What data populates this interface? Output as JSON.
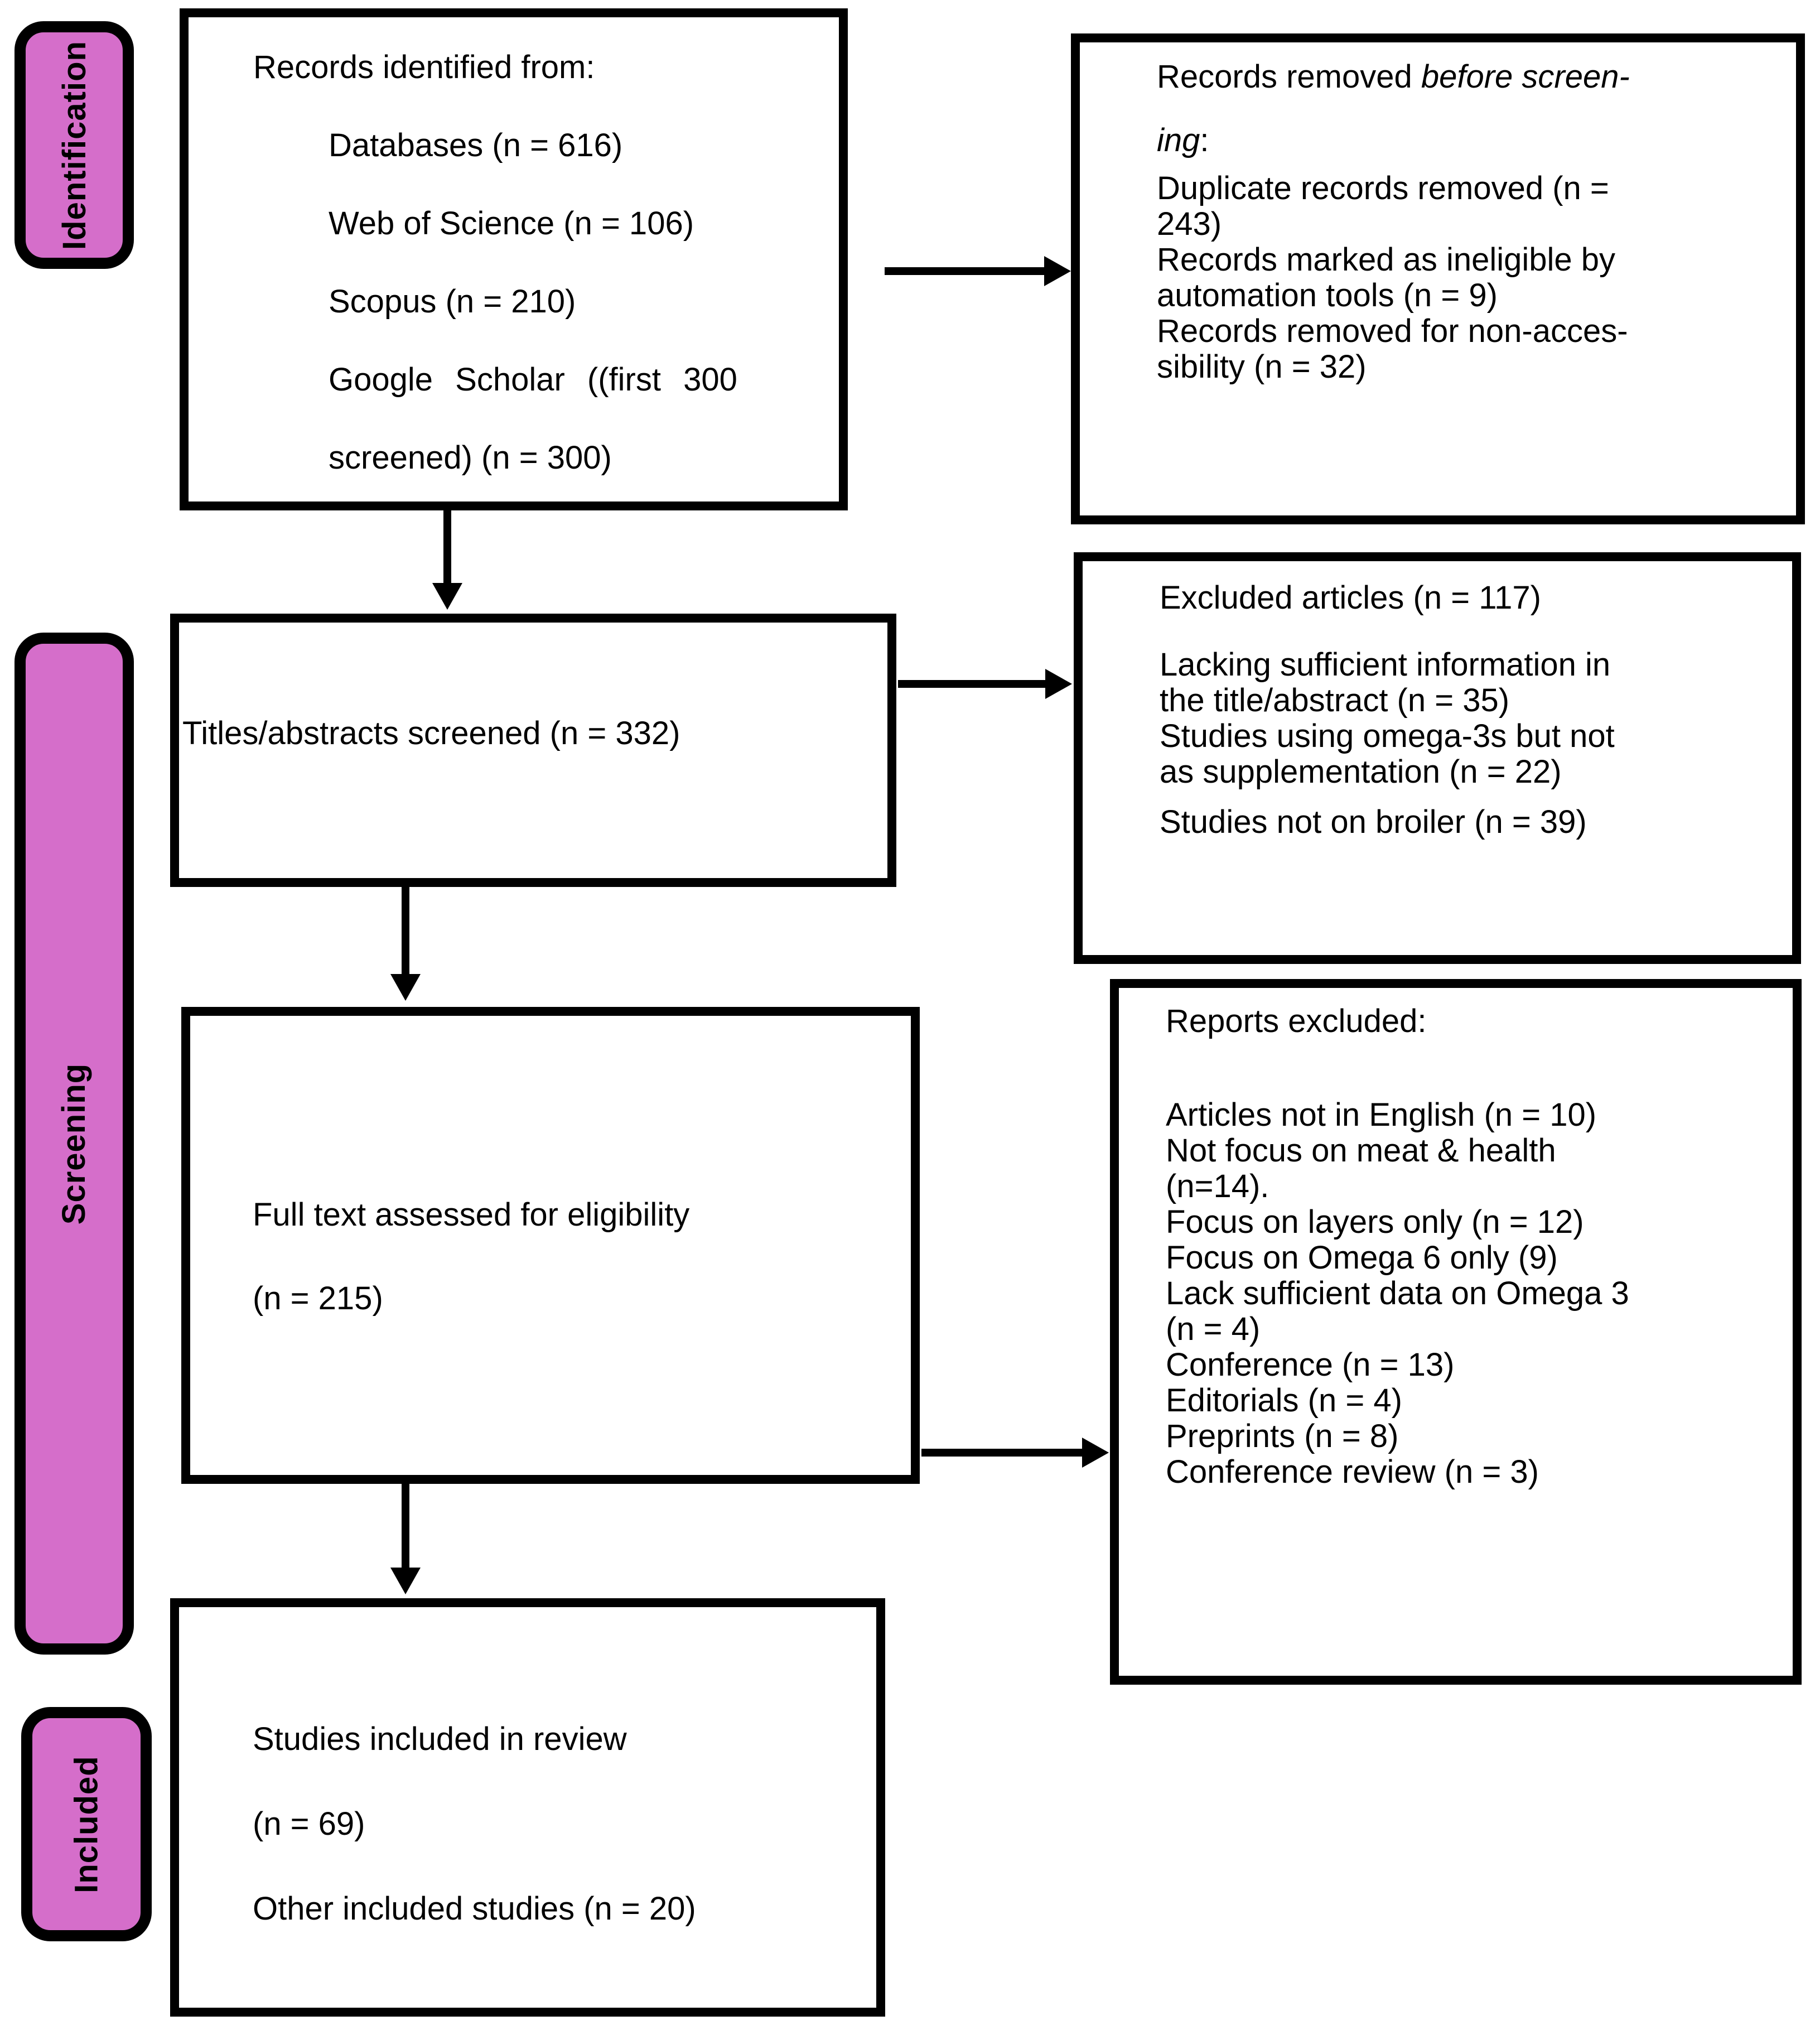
{
  "colors": {
    "stage_fill": "#D56ECA",
    "line_color": "#000000"
  },
  "tabs": {
    "identification": "Identification",
    "screening": "Screening",
    "included": "Included"
  },
  "box_identified": {
    "line1": "Records identified from:",
    "line2": "Databases (n = 616)",
    "line3": "Web of Science (n = 106)",
    "line4": "Scopus (n = 210)",
    "line5": "Google Scholar ((first 300",
    "line6": "screened) (n = 300)"
  },
  "box_removed": {
    "head_normal": "Records removed ",
    "head_italic1": "before screen-",
    "head_italic2": "ing",
    "head_colon": ":",
    "line1": "Duplicate records removed (n =",
    "line2": "243)",
    "line3": "Records marked as ineligible by",
    "line4": "automation tools (n = 9)",
    "line5": "Records removed for non-acces-",
    "line6": "sibility (n = 32)"
  },
  "box_screened": {
    "line1": "Titles/abstracts screened (n = 332)"
  },
  "box_excluded": {
    "line1": "Excluded articles (n = 117)",
    "line2": "Lacking sufficient information in",
    "line3": "the title/abstract (n = 35)",
    "line4": "Studies using omega-3s but not",
    "line5": "as supplementation (n = 22)",
    "line6": "Studies not on broiler (n = 39)"
  },
  "box_fulltext": {
    "line1": "Full text assessed for eligibility",
    "line2": "(n = 215)"
  },
  "box_reports": {
    "line1": "Reports excluded:",
    "line2": "Articles not in English (n = 10)",
    "line3": "Not focus on meat & health",
    "line4": "(n=14).",
    "line5": "Focus on layers only (n = 12)",
    "line6": "Focus on Omega 6 only (9)",
    "line7": "Lack sufficient data on Omega 3",
    "line8": "(n = 4)",
    "line9": "Conference (n = 13)",
    "line10": "Editorials (n = 4)",
    "line11": "Preprints (n = 8)",
    "line12": "Conference review (n = 3)"
  },
  "box_included": {
    "line1": "Studies included in review",
    "line2": "(n = 69)",
    "line3": "Other included studies (n = 20)"
  }
}
